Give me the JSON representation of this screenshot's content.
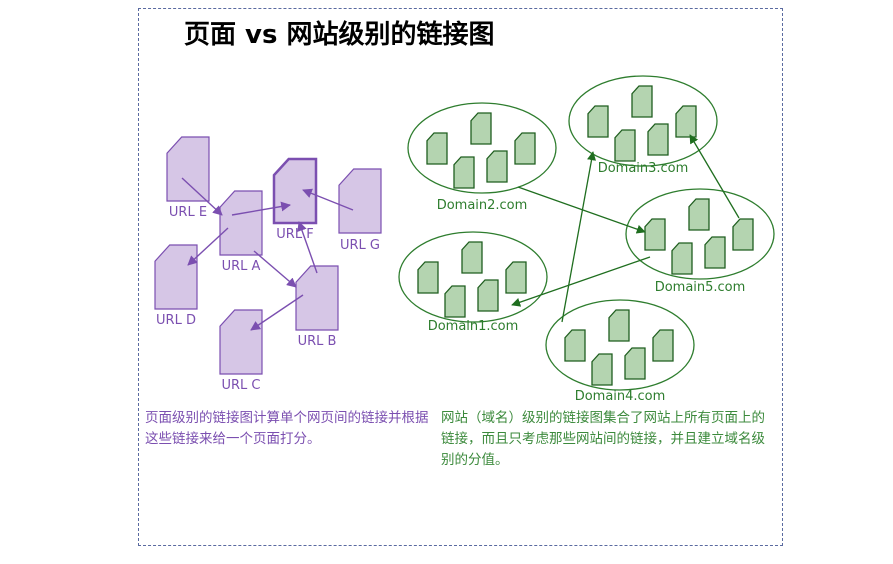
{
  "title": "页面 vs 网站级别的链接图",
  "colors": {
    "page_level": "#7b4fb0",
    "page_fill": "#d6c6e6",
    "domain_level": "#2e7d2e",
    "domain_fill": "#b4d4b0"
  },
  "page_graph": {
    "nodes": [
      "URL E",
      "URL A",
      "URL F",
      "URL G",
      "URL D",
      "URL B",
      "URL C"
    ],
    "links": [
      [
        "URL E",
        "URL A"
      ],
      [
        "URL A",
        "URL F"
      ],
      [
        "URL G",
        "URL F"
      ],
      [
        "URL A",
        "URL D"
      ],
      [
        "URL A",
        "URL B"
      ],
      [
        "URL B",
        "URL C"
      ],
      [
        "URL B",
        "URL F"
      ]
    ]
  },
  "domain_graph": {
    "nodes": [
      "Domain2.com",
      "Domain3.com",
      "Domain5.com",
      "Domain1.com",
      "Domain4.com"
    ],
    "links": [
      [
        "Domain2.com",
        "Domain5.com"
      ],
      [
        "Domain4.com",
        "Domain3.com"
      ],
      [
        "Domain5.com",
        "Domain3.com"
      ],
      [
        "Domain5.com",
        "Domain1.com"
      ]
    ]
  },
  "captions": {
    "left": "页面级别的链接图计算单个网页间的链接并根据这些链接来给一个页面打分。",
    "right": "网站（域名）级别的链接图集合了网站上所有页面上的链接，而且只考虑那些网站间的链接，并且建立域名级别的分值。"
  }
}
